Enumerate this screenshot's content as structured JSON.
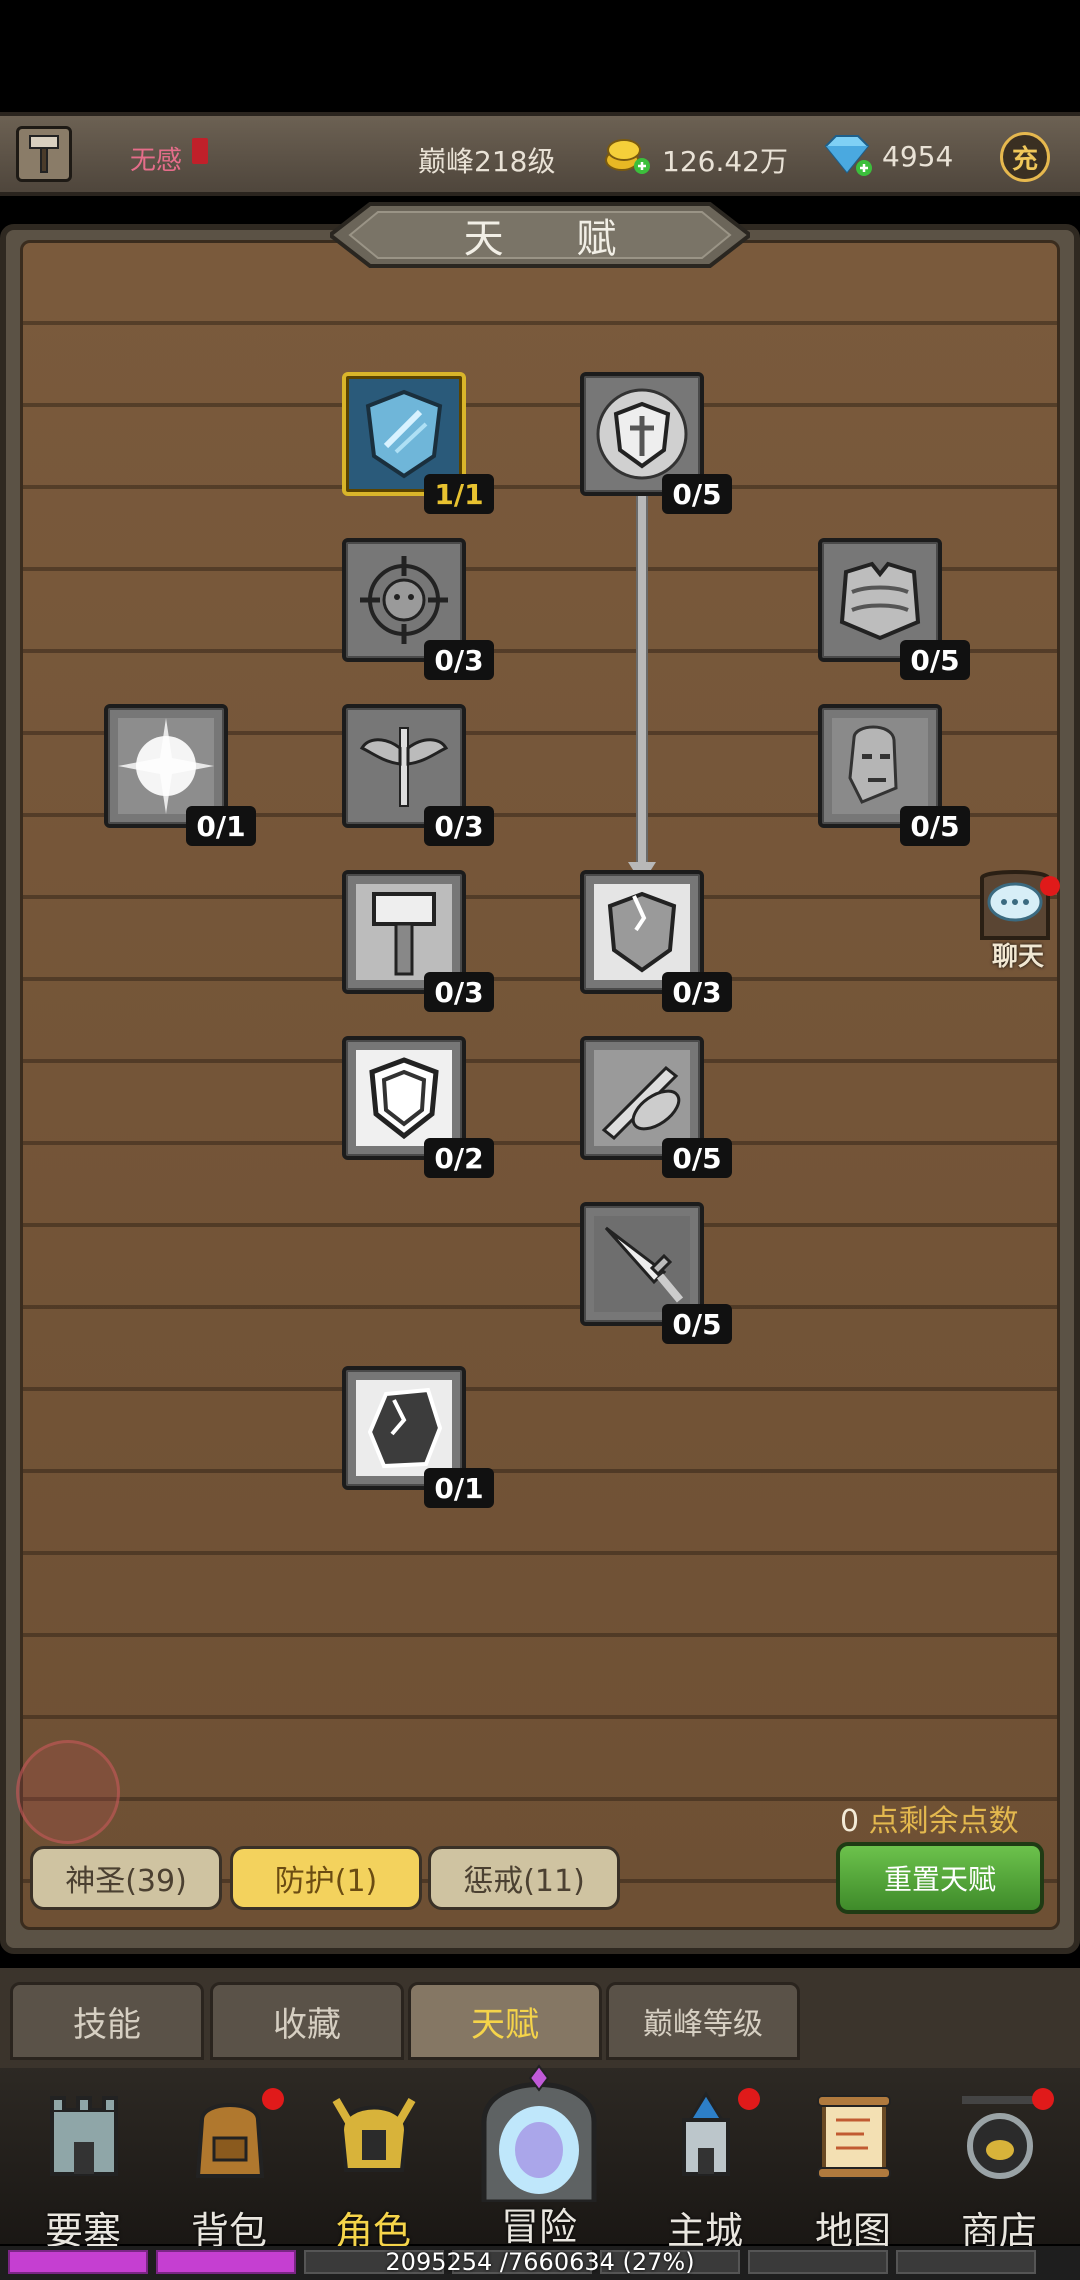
{
  "header": {
    "player_name": "无感",
    "peak_level": "巅峰218级",
    "gold": "126.42万",
    "gems": "4954",
    "recharge_label": "充"
  },
  "board": {
    "title": "天 赋",
    "remaining_count": "0",
    "remaining_label": " 点剩余点数",
    "reset_label": "重置天赋"
  },
  "talents": [
    {
      "id": "shield-slash",
      "count": "1/1",
      "active": true
    },
    {
      "id": "holy-shield-emblem",
      "count": "0/5",
      "active": false
    },
    {
      "id": "target-demon",
      "count": "0/3",
      "active": false
    },
    {
      "id": "armor-chest",
      "count": "0/5",
      "active": false
    },
    {
      "id": "holy-burst",
      "count": "0/1",
      "active": false
    },
    {
      "id": "winged-sword",
      "count": "0/3",
      "active": false
    },
    {
      "id": "stone-giant",
      "count": "0/5",
      "active": false
    },
    {
      "id": "hammer-strike",
      "count": "0/3",
      "active": false
    },
    {
      "id": "cracked-shield",
      "count": "0/3",
      "active": false
    },
    {
      "id": "shield-guard",
      "count": "0/2",
      "active": false
    },
    {
      "id": "crossed-blades",
      "count": "0/5",
      "active": false
    },
    {
      "id": "sword-thrust",
      "count": "0/5",
      "active": false
    },
    {
      "id": "shattered-shield",
      "count": "0/1",
      "active": false
    }
  ],
  "branch_tabs": {
    "holy": "神圣(39)",
    "protection": "防护(1)",
    "punish": "惩戒(11)"
  },
  "chat": {
    "label": "聊天"
  },
  "sub_tabs": {
    "skill": "技能",
    "collect": "收藏",
    "talent": "天赋",
    "peak": "巅峰等级"
  },
  "nav": {
    "fortress": "要塞",
    "bag": "背包",
    "role": "角色",
    "adventure": "冒险",
    "city": "主城",
    "map": "地图",
    "shop": "商店"
  },
  "exp": {
    "text": "2095254 /7660634 (27%)",
    "fraction": 0.27
  },
  "colors": {
    "active_gold": "#e8c230",
    "reset_green": "#4fa835",
    "exp_purple": "#c53fd1"
  }
}
